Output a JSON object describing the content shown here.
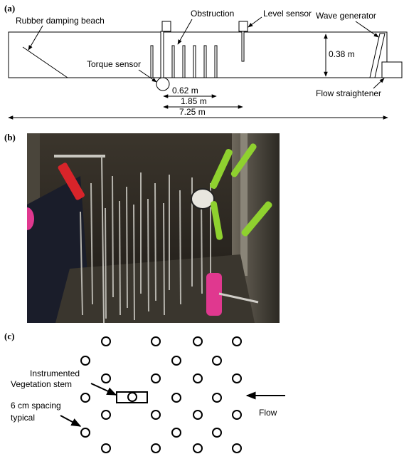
{
  "panels": {
    "a": "(a)",
    "b": "(b)",
    "c": "(c)"
  },
  "flume": {
    "labels": {
      "rubber_damping_beach": "Rubber damping beach",
      "obstruction": "Obstruction",
      "level_sensor": "Level sensor",
      "wave_generator": "Wave generator",
      "torque_sensor": "Torque sensor",
      "flow_straightener": "Flow straightener"
    },
    "dimensions": {
      "depth": "0.38 m",
      "stem_spacing": "0.62 m",
      "sensor_distance": "1.85 m",
      "flume_length": "7.25 m"
    }
  },
  "layout": {
    "labels": {
      "instrumented_stem_line1": "Instrumented",
      "instrumented_stem_line2": "Vegetation stem",
      "spacing_line1": "6 cm spacing",
      "spacing_line2": "typical",
      "flow": "Flow"
    }
  },
  "colors": {
    "line": "#000000",
    "photo_background": "#2a2620",
    "clamp_green": "#8fd12f",
    "clamp_red": "#d8242a",
    "clamp_pink": "#e0388f"
  }
}
